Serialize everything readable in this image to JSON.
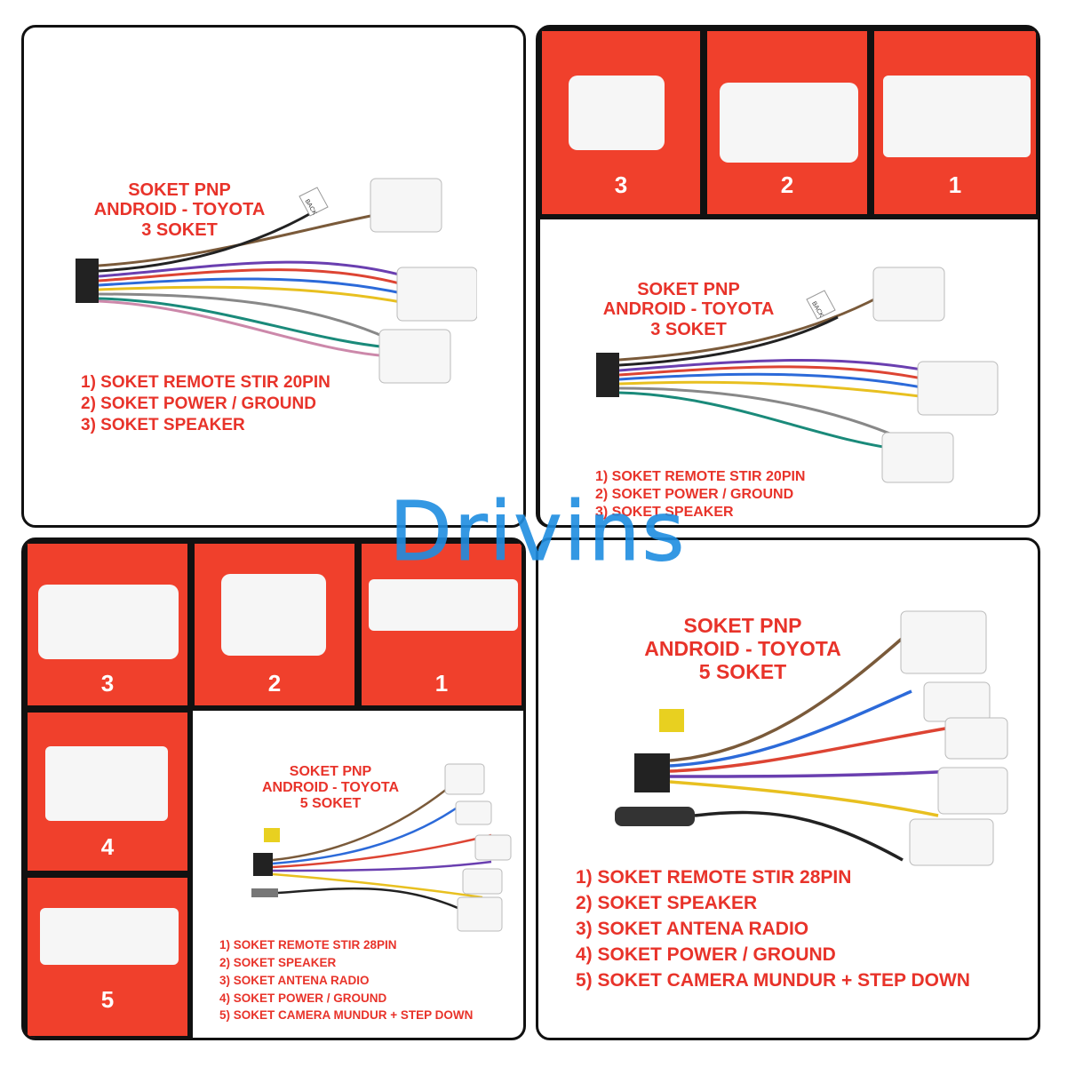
{
  "watermark": "Drivins",
  "panel_tl": {
    "title": [
      "SOKET PNP",
      "ANDROID - TOYOTA",
      "3 SOKET"
    ],
    "items": [
      "1) SOKET REMOTE STIR 20PIN",
      "2) SOKET POWER / GROUND",
      "3) SOKET SPEAKER"
    ],
    "tag": "BACK"
  },
  "panel_tr": {
    "tiles": [
      "3",
      "2",
      "1"
    ],
    "title": [
      "SOKET PNP",
      "ANDROID - TOYOTA",
      "3 SOKET"
    ],
    "items": [
      "1) SOKET REMOTE STIR 20PIN",
      "2) SOKET POWER / GROUND",
      "3) SOKET SPEAKER"
    ],
    "tag": "BACK"
  },
  "panel_bl": {
    "tiles": [
      "3",
      "2",
      "1",
      "4",
      "5"
    ],
    "title": [
      "SOKET PNP",
      "ANDROID - TOYOTA",
      "5 SOKET"
    ],
    "items": [
      "1) SOKET REMOTE STIR 28PIN",
      "2) SOKET SPEAKER",
      "3) SOKET ANTENA RADIO",
      "4) SOKET POWER / GROUND",
      "5) SOKET CAMERA MUNDUR + STEP DOWN"
    ]
  },
  "panel_br": {
    "title": [
      "SOKET PNP",
      "ANDROID - TOYOTA",
      "5 SOKET"
    ],
    "items": [
      "1) SOKET REMOTE STIR 28PIN",
      "2) SOKET SPEAKER",
      "3) SOKET ANTENA RADIO",
      "4) SOKET POWER / GROUND",
      "5) SOKET CAMERA MUNDUR + STEP DOWN"
    ]
  },
  "colors": {
    "accent_red": "#f0402c",
    "text_red": "#e8332a",
    "watermark_blue": "#1f8de0"
  }
}
